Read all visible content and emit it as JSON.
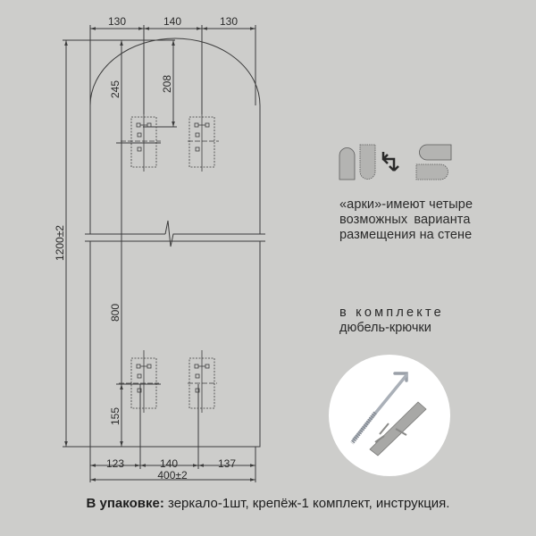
{
  "drawing": {
    "top_dims": [
      "130",
      "140",
      "130"
    ],
    "bottom_dims": [
      "123",
      "140",
      "137"
    ],
    "total_width": "400±2",
    "total_height": "1200±2",
    "vertical_dims": {
      "arch_to_upper_left": "245",
      "arch_to_upper_center": "208",
      "between_mounts": "800",
      "bottom_to_lower": "155"
    }
  },
  "variants": {
    "icon": "arch-orientation-swap-icon",
    "lines": [
      "«арки»-имеют четыре",
      "возможных  варианта",
      "размещения на стене"
    ]
  },
  "kit": {
    "line1": "в комплекте",
    "line2": "дюбель-крючки",
    "image": "dowel-hook-photo"
  },
  "footer": {
    "bold": "В упаковке:",
    "text": " зеркало-1шт, крепёж-1 комплект, инструкция."
  },
  "colors": {
    "background": "#cdcdcb",
    "line": "#3c3c3c",
    "icon_fill": "#b4b4b2",
    "circle": "#ffffff"
  }
}
